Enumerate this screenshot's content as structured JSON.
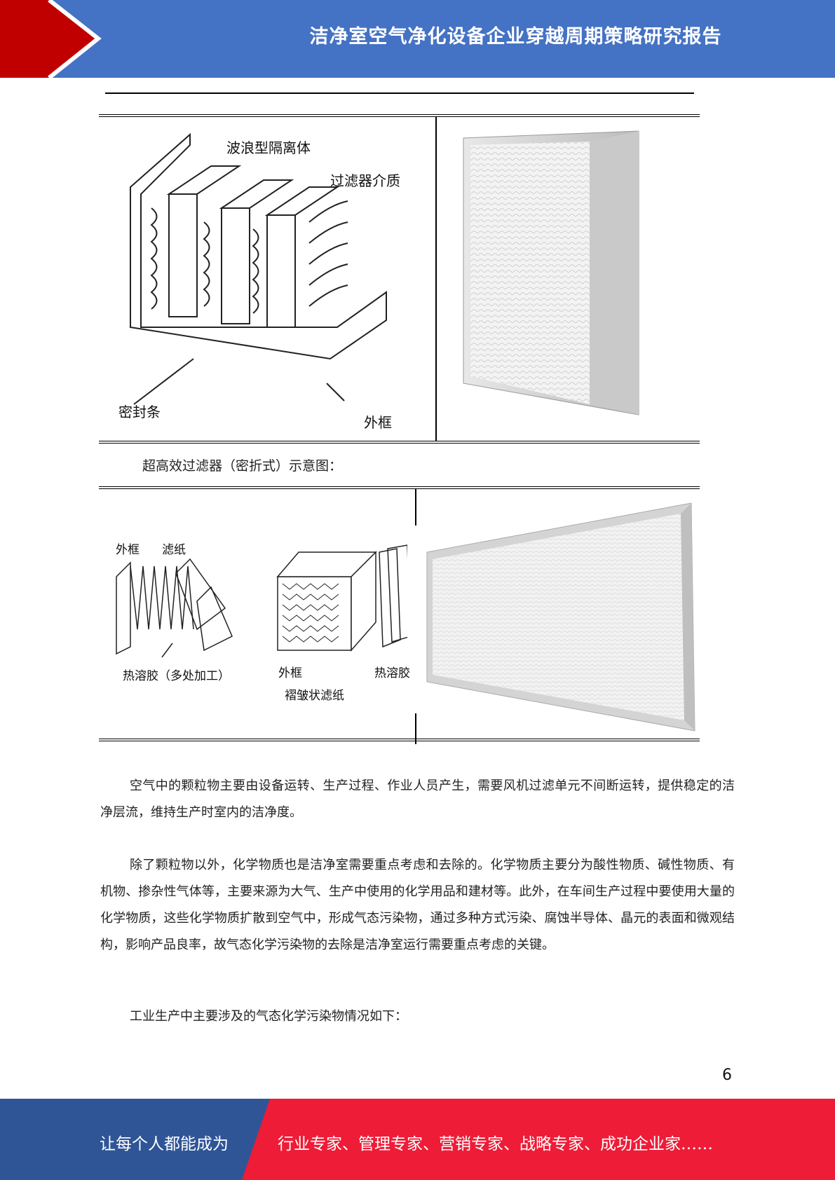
{
  "header": {
    "title": "洁净室空气净化设备企业穿越周期策略研究报告"
  },
  "figure1": {
    "labels": [
      "波浪型隔离体",
      "过滤器介质",
      "密封条",
      "外框"
    ]
  },
  "caption": "超高效过滤器（密折式）示意图：",
  "figure2": {
    "labels": [
      "外框",
      "滤纸",
      "热溶胶（多处加工）",
      "外框",
      "褶皱状滤纸",
      "热溶胶"
    ]
  },
  "paragraphs": [
    "空气中的颗粒物主要由设备运转、生产过程、作业人员产生，需要风机过滤单元不间断运转，提供稳定的洁净层流，维持生产时室内的洁净度。",
    "除了颗粒物以外，化学物质也是洁净室需要重点考虑和去除的。化学物质主要分为酸性物质、碱性物质、有机物、掺杂性气体等，主要来源为大气、生产中使用的化学用品和建材等。此外，在车间生产过程中要使用大量的化学物质，这些化学物质扩散到空气中，形成气态污染物，通过多种方式污染、腐蚀半导体、晶元的表面和微观结构，影响产品良率，故气态化学污染物的去除是洁净室运行需要重点考虑的关键。",
    "工业生产中主要涉及的气态化学污染物情况如下："
  ],
  "page_number": "6",
  "footer": {
    "left": "让每个人都能成为",
    "right": "行业专家、管理专家、营销专家、战略专家、成功企业家……"
  }
}
